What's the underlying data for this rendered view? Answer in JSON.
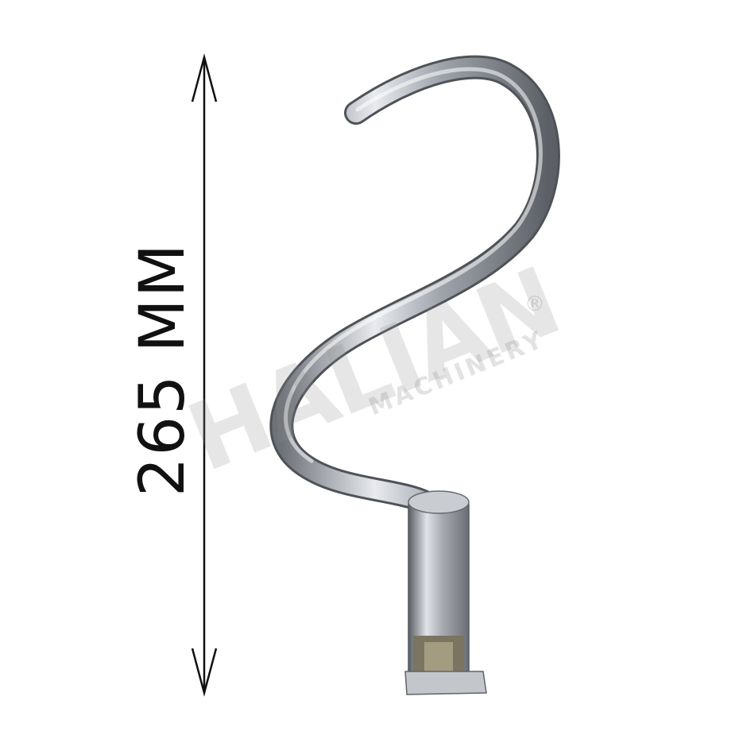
{
  "dimension": {
    "label": "265 MM"
  },
  "watermark": {
    "brand": "HALIAN",
    "subtitle": "MACHINERY",
    "registered": "®"
  },
  "colors": {
    "background": "#ffffff",
    "arrow": "#111111",
    "steel": "#b8bcc2"
  },
  "product": {
    "icon": "dough-hook"
  }
}
